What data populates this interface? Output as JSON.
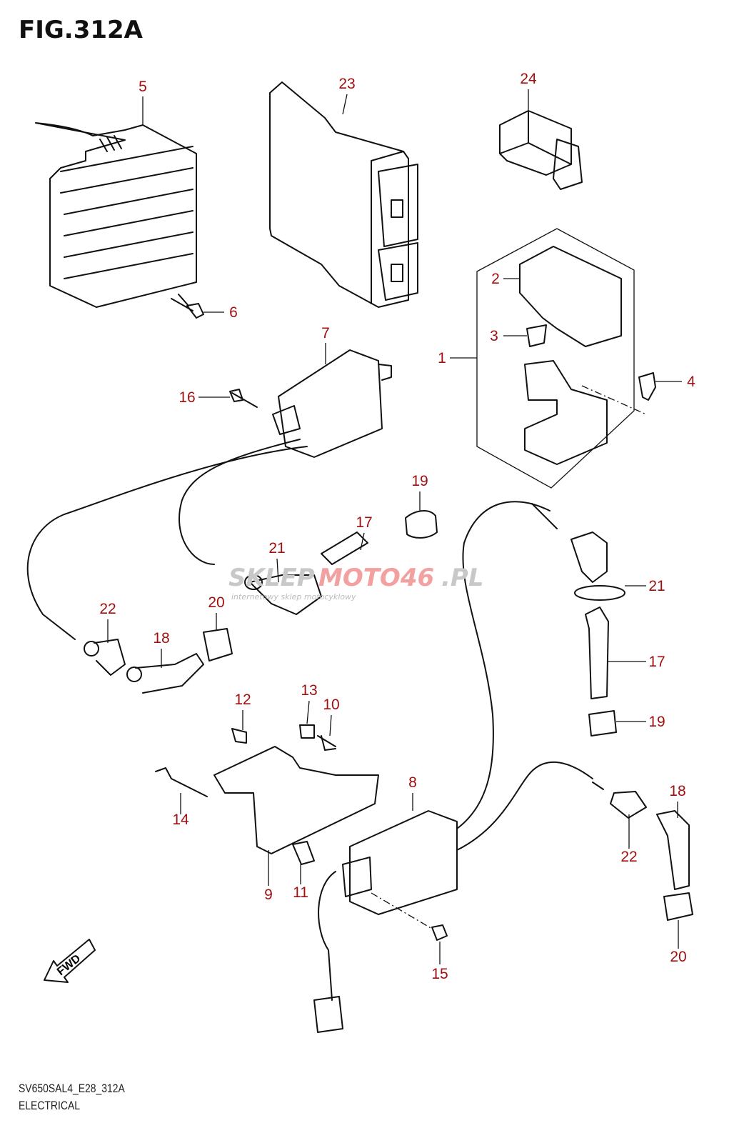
{
  "figure_title": "FIG.312A",
  "callouts": [
    "5",
    "23",
    "24",
    "6",
    "2",
    "3",
    "1",
    "4",
    "7",
    "16",
    "19",
    "17",
    "21",
    "21",
    "22",
    "20",
    "18",
    "17",
    "19",
    "12",
    "13",
    "10",
    "8",
    "18",
    "14",
    "22",
    "9",
    "11",
    "20",
    "15"
  ],
  "fwd_label": "FWD",
  "watermark": {
    "brand_gray": "SKLEP",
    "brand_red": "MOTO46",
    "suffix": ".PL",
    "tagline": "internetowy sklep motocyklowy"
  },
  "footer": {
    "model_code": "SV650SAL4_E28_312A",
    "section": "ELECTRICAL"
  },
  "colors": {
    "callout": "#a01010",
    "line": "#111111"
  }
}
